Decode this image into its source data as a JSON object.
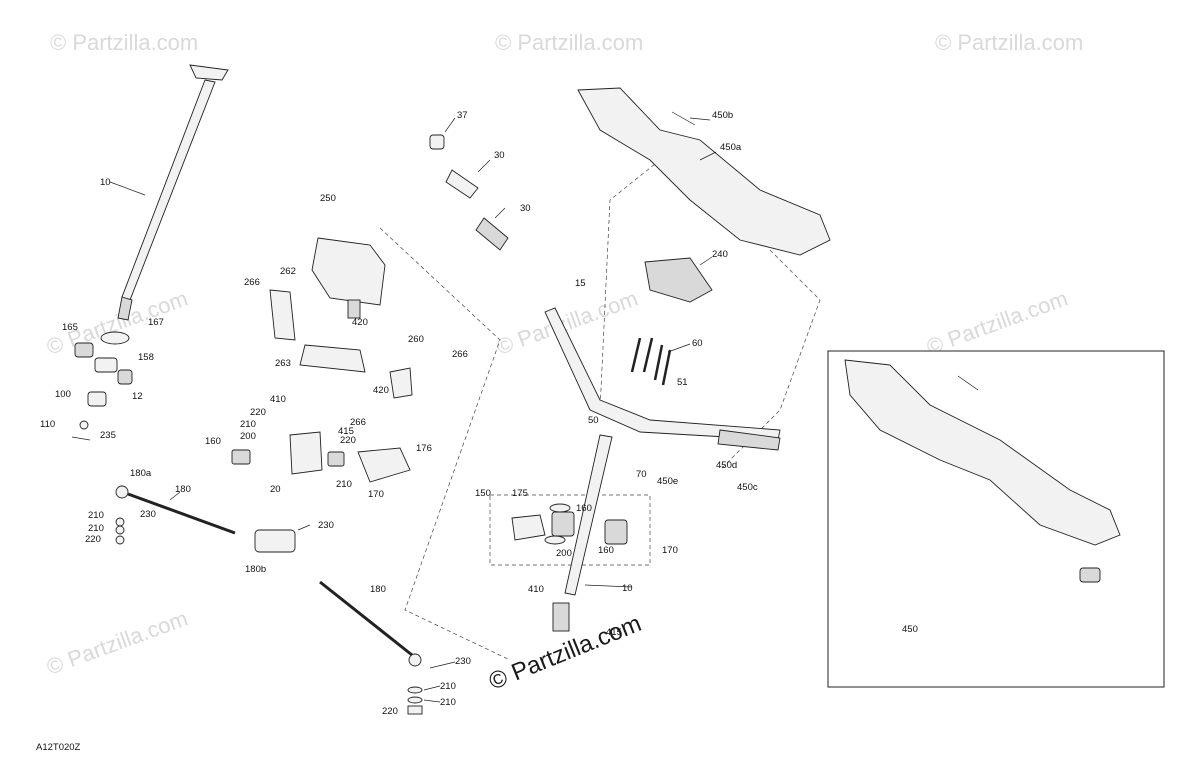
{
  "watermark_text": "© Partzilla.com",
  "main_watermark": "© Partzilla.com",
  "diagram_code": "A12T020Z",
  "callouts": {
    "c10a": "10",
    "c10b": "10",
    "c12": "12",
    "c15": "15",
    "c20": "20",
    "c30a": "30",
    "c30b": "30",
    "c37": "37",
    "c50": "50",
    "c51": "51",
    "c60": "60",
    "c70": "70",
    "c100": "100",
    "c110": "110",
    "c150": "150",
    "c158": "158",
    "c160a": "160",
    "c160b": "160",
    "c160c": "160",
    "c165": "165",
    "c167": "167",
    "c170a": "170",
    "c170b": "170",
    "c175": "175",
    "c176": "176",
    "c180a": "180a",
    "c180b": "180b",
    "c180c": "180",
    "c180d": "180",
    "c200a": "200",
    "c200b": "200",
    "c210a": "210",
    "c210b": "210",
    "c210c": "210",
    "c210d": "210",
    "c210e": "210",
    "c210f": "210",
    "c220a": "220",
    "c220b": "220",
    "c220c": "220",
    "c220d": "220",
    "c230a": "230",
    "c230b": "230",
    "c230c": "230",
    "c235": "235",
    "c240": "240",
    "c250": "250",
    "c260": "260",
    "c262": "262",
    "c263": "263",
    "c266a": "266",
    "c266b": "266",
    "c266c": "266",
    "c410a": "410",
    "c410b": "410",
    "c415a": "415",
    "c415b": "415",
    "c420a": "420",
    "c420b": "420",
    "c450": "450",
    "c450a": "450a",
    "c450b": "450b",
    "c450c": "450c",
    "c450d": "450d",
    "c450e": "450e"
  },
  "colors": {
    "outline": "#222222",
    "fill": "#f2f2f2",
    "shade": "#d9d9d9",
    "watermark": "#d9d9d9"
  }
}
